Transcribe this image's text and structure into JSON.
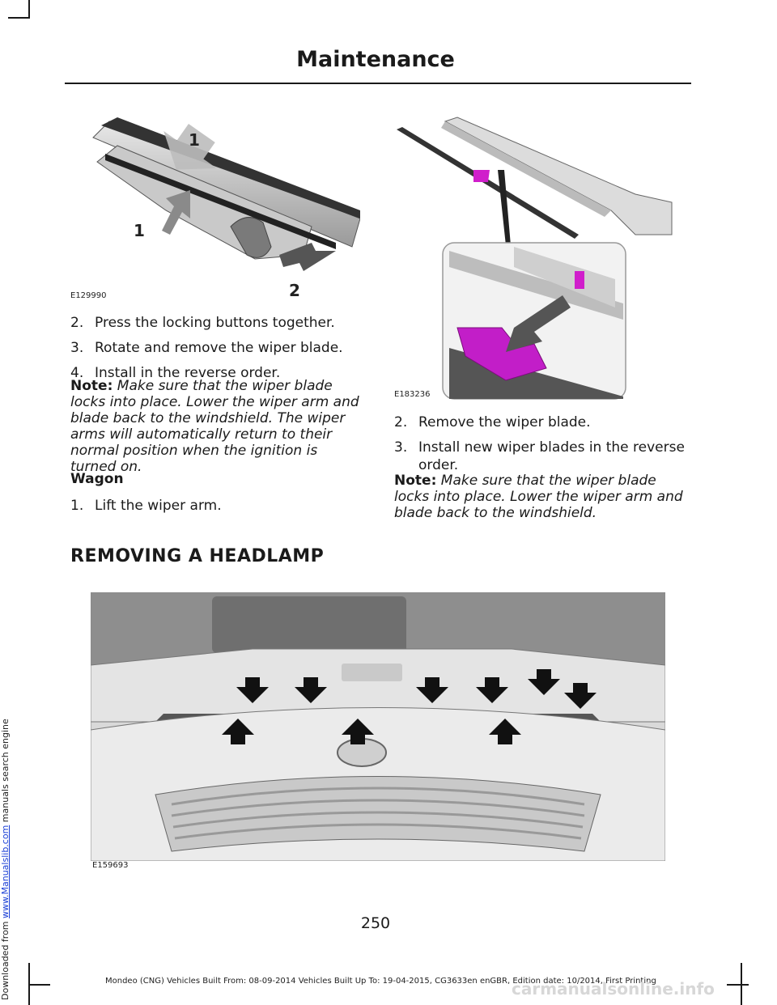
{
  "header": {
    "title": "Maintenance"
  },
  "figures": {
    "fig1_code": "E129990",
    "fig1_callouts": [
      "1",
      "1",
      "2"
    ],
    "fig2_code": "E183236",
    "fig3_code": "E159693"
  },
  "left_column": {
    "steps": [
      {
        "num": "2.",
        "text": "Press the locking buttons together."
      },
      {
        "num": "3.",
        "text": "Rotate and remove the wiper blade."
      },
      {
        "num": "4.",
        "text": "Install in the reverse order."
      }
    ],
    "note_label": "Note:",
    "note_text": "Make sure that the wiper blade locks into place. Lower the wiper arm and blade back to the windshield. The wiper arms will automatically return to their normal position when the ignition is turned on.",
    "subheading": "Wagon",
    "wagon_steps": [
      {
        "num": "1.",
        "text": "Lift the wiper arm."
      }
    ]
  },
  "right_column": {
    "steps": [
      {
        "num": "2.",
        "text": "Remove the wiper blade."
      },
      {
        "num": "3.",
        "text": "Install new wiper blades in the reverse order."
      }
    ],
    "note_label": "Note:",
    "note_text": "Make sure that the wiper blade locks into place. Lower the wiper arm and blade back to the windshield."
  },
  "section": {
    "title": "REMOVING A HEADLAMP"
  },
  "footer": {
    "page_number": "250",
    "vehicle_info": "Mondeo (CNG) Vehicles Built From: 08-09-2014 Vehicles Built Up To: 19-04-2015, CG3633en enGBR, Edition date: 10/2014, First Printing",
    "downloaded_prefix": "Downloaded from",
    "downloaded_link": "www.Manualslib.com",
    "downloaded_suffix": "manuals search engine",
    "watermark": "carmanualsonline.info"
  }
}
